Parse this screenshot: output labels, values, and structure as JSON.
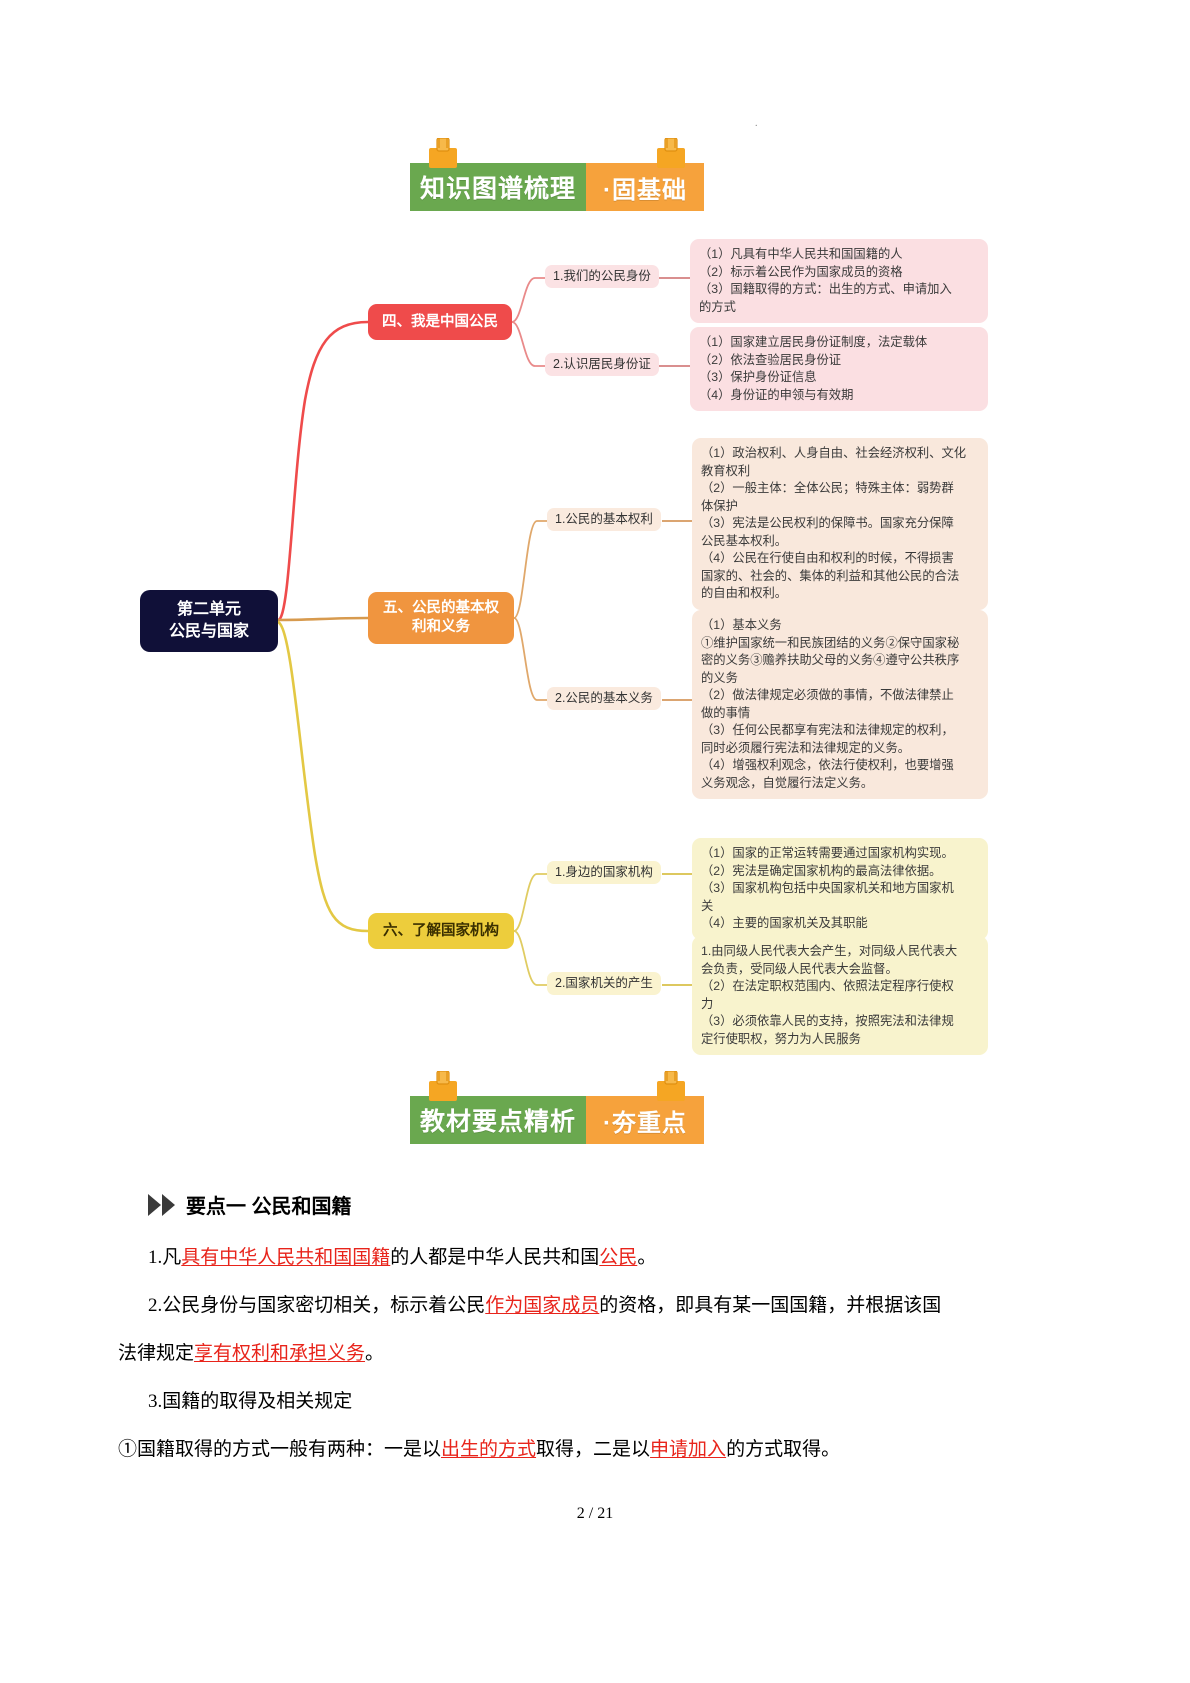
{
  "document": {
    "page_number": "2 / 21",
    "stray_mark": "."
  },
  "banners": [
    {
      "name": "knowledge-map-banner",
      "green_text": "知识图谱梳理",
      "orange_text": "·固基础"
    },
    {
      "name": "textbook-points-banner",
      "green_text": "教材要点精析",
      "orange_text": "·夯重点"
    }
  ],
  "mindmap": {
    "root": {
      "line1": "第二单元",
      "line2": "公民与国家"
    },
    "branches": [
      {
        "color": "#ef4b4b",
        "title": "四、我是中国公民",
        "children": [
          {
            "label": "1.我们的公民身份",
            "detail": "（1）凡具有中华人民共和国国籍的人\n（2）标示着公民作为国家成员的资格\n（3）国籍取得的方式：出生的方式、申请加入\n的方式"
          },
          {
            "label": "2.认识居民身份证",
            "detail": "（1）国家建立居民身份证制度，法定载体\n（2）依法查验居民身份证\n（3）保护身份证信息\n（4）身份证的申领与有效期"
          }
        ]
      },
      {
        "color": "#f0953f",
        "title": "五、公民的基本权利和义务",
        "title_line1": "五、公民的基本权",
        "title_line2": "利和义务",
        "children": [
          {
            "label": "1.公民的基本权利",
            "detail": "（1）政治权利、人身自由、社会经济权利、文化\n教育权利\n（2）一般主体：全体公民；特殊主体：弱势群\n体保护\n（3）宪法是公民权利的保障书。国家充分保障\n公民基本权利。\n（4）公民在行使自由和权利的时候，不得损害\n国家的、社会的、集体的利益和其他公民的合法\n的自由和权利。"
          },
          {
            "label": "2.公民的基本义务",
            "detail": "（1）基本义务\n①维护国家统一和民族团结的义务②保守国家秘\n密的义务③赡养扶助父母的义务④遵守公共秩序\n的义务\n（2）做法律规定必须做的事情，不做法律禁止\n做的事情\n（3）任何公民都享有宪法和法律规定的权利，\n同时必须履行宪法和法律规定的义务。\n（4）增强权利观念，依法行使权利，也要增强\n义务观念，自觉履行法定义务。"
          }
        ]
      },
      {
        "color": "#edcd3c",
        "title": "六、了解国家机构",
        "children": [
          {
            "label": "1.身边的国家机构",
            "detail": "（1）国家的正常运转需要通过国家机构实现。\n（2）宪法是确定国家机构的最高法律依据。\n（3）国家机构包括中央国家机关和地方国家机\n关\n（4）主要的国家机关及其职能"
          },
          {
            "label": "2.国家机关的产生",
            "detail": "1.由同级人民代表大会产生，对同级人民代表大\n会负责，受同级人民代表大会监督。\n（2）在法定职权范围内、依照法定程序行使权\n力\n（3）必须依靠人民的支持，按照宪法和法律规\n定行使职权，努力为人民服务"
          }
        ]
      }
    ]
  },
  "body": {
    "heading": "要点一 公民和国籍",
    "paragraphs": [
      {
        "name": "para-1",
        "segments": [
          {
            "text": "1.凡",
            "highlight": false
          },
          {
            "text": "具有中华人民共和国国籍",
            "highlight": true
          },
          {
            "text": "的人都是中华人民共和国",
            "highlight": false
          },
          {
            "text": "公民",
            "highlight": true
          },
          {
            "text": "。",
            "highlight": false
          }
        ]
      },
      {
        "name": "para-2-line1",
        "segments": [
          {
            "text": "2.公民身份与国家密切相关，标示着公民",
            "highlight": false
          },
          {
            "text": "作为国家成员",
            "highlight": true
          },
          {
            "text": "的资格，即具有某一国国籍，并根据该国",
            "highlight": false
          }
        ]
      },
      {
        "name": "para-2-line2",
        "segments": [
          {
            "text": "法律规定",
            "highlight": false
          },
          {
            "text": "享有权利和承担义务",
            "highlight": true
          },
          {
            "text": "。",
            "highlight": false
          }
        ]
      },
      {
        "name": "para-3",
        "segments": [
          {
            "text": "3.国籍的取得及相关规定",
            "highlight": false
          }
        ]
      },
      {
        "name": "para-4",
        "segments": [
          {
            "text": "①国籍取得的方式一般有两种：一是以",
            "highlight": false
          },
          {
            "text": "出生的方式",
            "highlight": true
          },
          {
            "text": "取得，二是以",
            "highlight": false
          },
          {
            "text": "申请加入",
            "highlight": true
          },
          {
            "text": "的方式取得。",
            "highlight": false
          }
        ]
      }
    ]
  }
}
